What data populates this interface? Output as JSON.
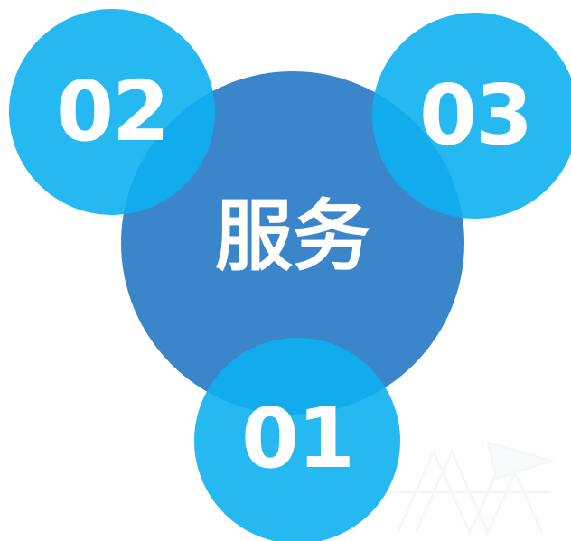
{
  "diagram": {
    "center_label": "服务",
    "items": [
      {
        "number": "02"
      },
      {
        "number": "03"
      },
      {
        "number": "01"
      }
    ]
  },
  "colors": {
    "center_circle": "#3b86cb",
    "outer_circles": "#0eb0f0",
    "text": "#ffffff"
  }
}
